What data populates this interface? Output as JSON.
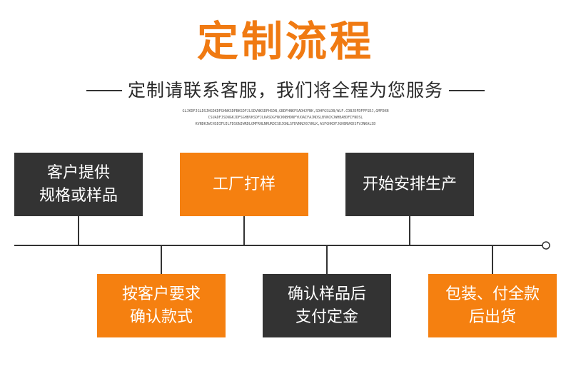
{
  "header": {
    "title": "定制流程",
    "subtitle": "定制请联系客服，我们将全程为您服务",
    "small_text": [
      "GLJKDFJGLDSJHGDKDFGHNKSDFBKSDFJLSDVNKSDFHSDN,GBDFHNKFSADHJFNK,SDHFGSLDB/WLF.CDBJDFDFPFSDJ,GMFDKN",
      "CSUADFJSDNGKJDFSGHBVKSDFJLKASDGFNCKNBHDNFYUOAIFAJNDSLBVNCKJWHBABDFIFNDSL",
      "KVNDKJWCHSDIFUJLFDSGNJWRDLGMFRHLNRURDISDJGNLSFDVNNJXCVNLK,ASFGHKDFJGHBNVKDSFVJNKALSD"
    ]
  },
  "colors": {
    "accent": "#f07a12",
    "box_orange": "#f58010",
    "box_dark": "#333333",
    "line": "#333333"
  },
  "steps": [
    {
      "line1": "客户提供",
      "line2": "规格或样品",
      "style": "dark",
      "position": "top"
    },
    {
      "line1": "按客户要求",
      "line2": "确认款式",
      "style": "orange",
      "position": "bottom"
    },
    {
      "line1": "工厂打样",
      "line2": "",
      "style": "orange",
      "position": "top"
    },
    {
      "line1": "确认样品后",
      "line2": "支付定金",
      "style": "dark",
      "position": "bottom"
    },
    {
      "line1": "开始安排生产",
      "line2": "",
      "style": "dark",
      "position": "top"
    },
    {
      "line1": "包装、付全款",
      "line2": "后出货",
      "style": "orange",
      "position": "bottom"
    }
  ]
}
